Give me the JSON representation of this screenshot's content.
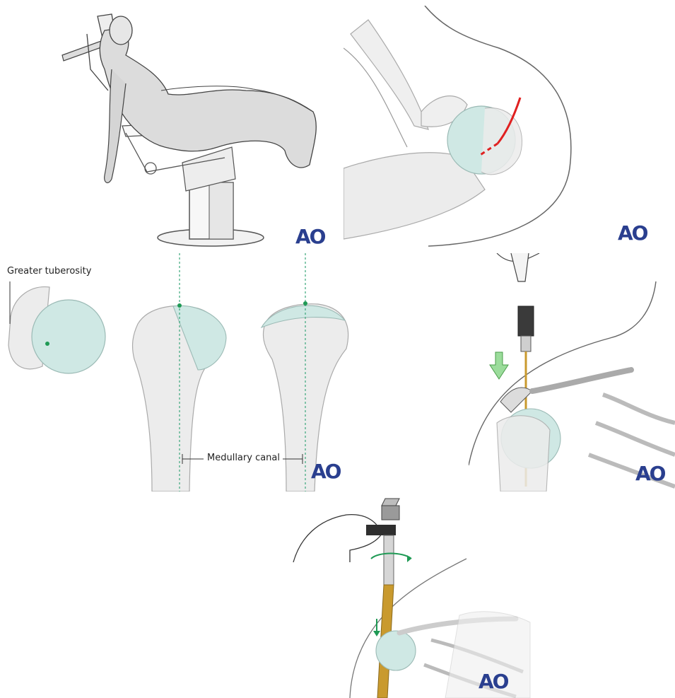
{
  "panels": {
    "positioning": {
      "logo": "AO"
    },
    "incision": {
      "logo": "AO"
    },
    "entry_point": {
      "logo": "AO",
      "labels": {
        "greater_tuberosity": "Greater tuberosity",
        "medullary_canal": "Medullary canal"
      }
    },
    "guide_wire": {
      "logo": "AO"
    },
    "reaming": {
      "logo": "AO"
    }
  },
  "colors": {
    "logo": "#2a3f8f",
    "bone_fill": "#ececec",
    "bone_stroke": "#9a9a9a",
    "humeral_head": "#cfe8e4",
    "incision": "#e02020",
    "entry_marker": "#1f9a55",
    "arrow": "#9bdc9b",
    "awl_gold": "#c99a2e"
  }
}
